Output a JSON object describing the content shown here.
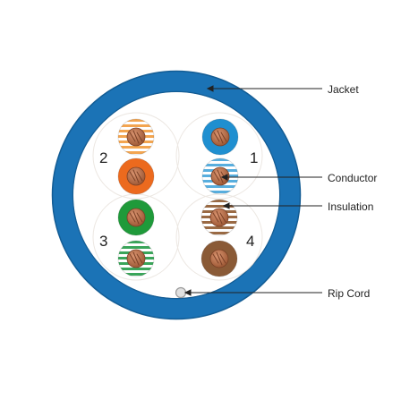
{
  "labels": {
    "jacket": "Jacket",
    "conductor": "Conductor",
    "insulation": "Insulation",
    "rip_cord": "Rip Cord"
  },
  "pairs": [
    {
      "number": "1",
      "solid_color": "#1f8fd0",
      "stripe_color": "#58aede"
    },
    {
      "number": "2",
      "solid_color": "#ec6a1e",
      "stripe_color": "#f3a550"
    },
    {
      "number": "3",
      "solid_color": "#1f9a3a",
      "stripe_color": "#3aa55a"
    },
    {
      "number": "4",
      "solid_color": "#8a5a36",
      "stripe_color": "#9a6a44"
    }
  ],
  "colors": {
    "jacket": "#1b73b6",
    "jacket_highlight": "#2e95d6",
    "jacket_shadow": "#135c94",
    "copper": "#b86f4c",
    "copper_dark": "#7a4026",
    "pair_outline": "#ece7e2",
    "rip_cord": "#e0e0e0"
  }
}
